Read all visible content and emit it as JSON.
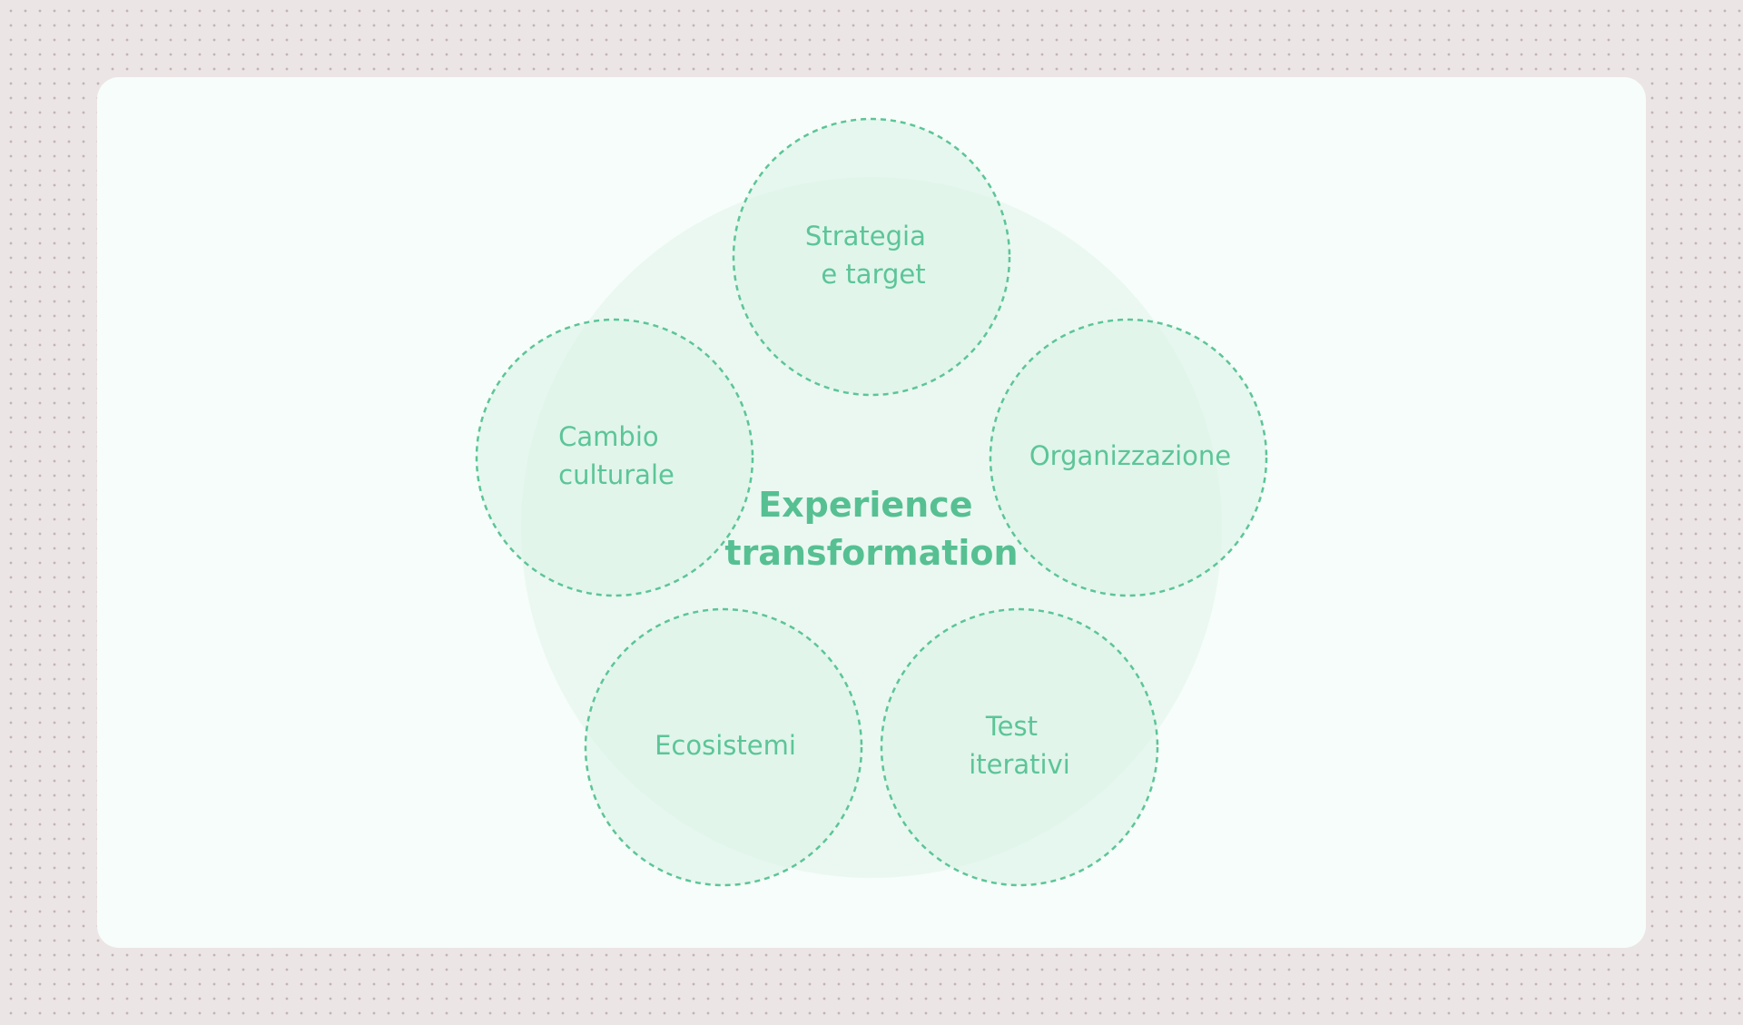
{
  "diagram": {
    "center": {
      "lines": [
        "Experience",
        "transformation"
      ]
    },
    "nodes": [
      {
        "id": "strategia",
        "lines": [
          "Strategia",
          "e target"
        ]
      },
      {
        "id": "organizzazione",
        "lines": [
          "Organizzazione"
        ]
      },
      {
        "id": "test",
        "lines": [
          "Test",
          "iterativi"
        ]
      },
      {
        "id": "ecosistemi",
        "lines": [
          "Ecosistemi"
        ]
      },
      {
        "id": "cambio",
        "lines": [
          "Cambio",
          "culturale"
        ]
      }
    ],
    "colors": {
      "background": "#ece5e5",
      "card": "#f7fdfa",
      "big_circle": "#e9f7f0",
      "node_fill": "#dcf4e8",
      "node_stroke": "#5cc597",
      "text": "#5cc597"
    }
  }
}
